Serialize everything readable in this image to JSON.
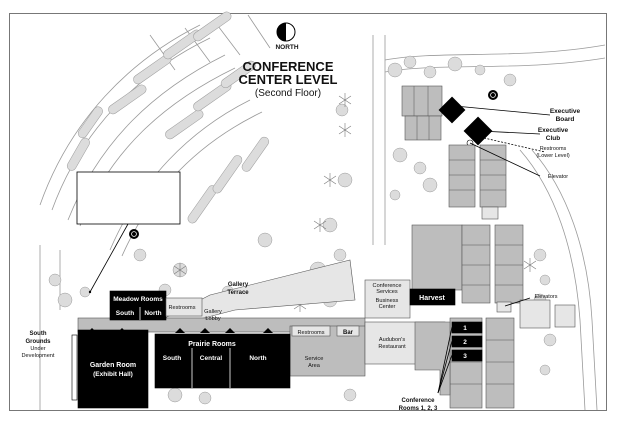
{
  "title": {
    "line1": "CONFERENCE",
    "line2": "CENTER LEVEL",
    "subtitle": "(Second Floor)"
  },
  "compass": {
    "label": "NORTH",
    "icon": "north-arrow-icon"
  },
  "icons": {
    "accessible": "wheelchair-icon"
  },
  "rooms": {
    "meadow_rooms": "Meadow Rooms",
    "meadow_south": "South",
    "meadow_north": "North",
    "restrooms_meadow": "Restrooms",
    "gallery_terrace_line1": "Gallery",
    "gallery_terrace_line2": "Terrace",
    "gallery_lobby_line1": "Gallery",
    "gallery_lobby_line2": "Lobby",
    "south_grounds_line1": "South",
    "south_grounds_line2": "Grounds",
    "south_grounds_line3": "Under",
    "south_grounds_line4": "Development",
    "garden_room_line1": "Garden Room",
    "garden_room_line2": "(Exhibit Hall)",
    "prairie_rooms": "Prairie Rooms",
    "prairie_south": "South",
    "prairie_central": "Central",
    "prairie_north": "North",
    "restrooms_center": "Restrooms",
    "bar": "Bar",
    "service_area_line1": "Service",
    "service_area_line2": "Area",
    "conference_services_line1": "Conference",
    "conference_services_line2": "Services",
    "business_center_line1": "Business",
    "business_center_line2": "Center",
    "harvest": "Harvest",
    "audubons_line1": "Audubon's",
    "audubons_line2": "Restaurant",
    "conference_rooms_line1": "Conference",
    "conference_rooms_line2": "Rooms 1, 2, 3",
    "room_1": "1",
    "room_2": "2",
    "room_3": "3"
  },
  "callouts": {
    "executive_board_line1": "Executive",
    "executive_board_line2": "Board",
    "executive_club_line1": "Executive",
    "executive_club_line2": "Club",
    "restrooms_lower_line1": "Restrooms",
    "restrooms_lower_line2": "(Lower Level)",
    "elevator": "Elevator",
    "elevators": "Elevators"
  }
}
